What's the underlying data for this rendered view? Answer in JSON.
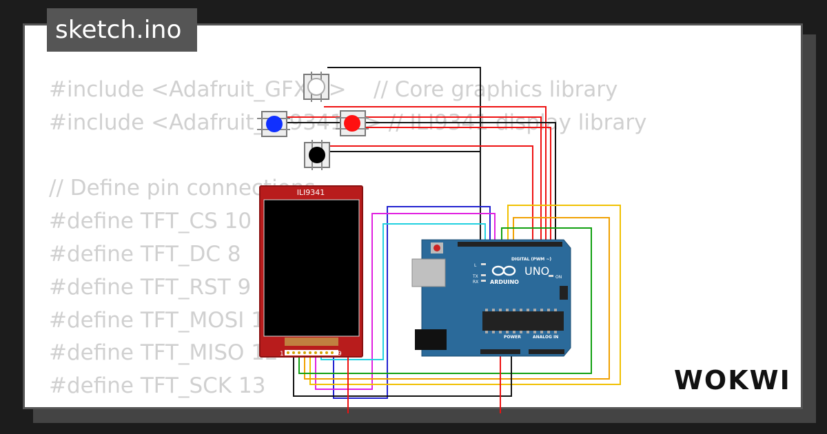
{
  "file_tab": {
    "label": "sketch.ino"
  },
  "code": {
    "lines": [
      "#include <Adafruit_GFX.h>    // Core graphics library",
      "#include <Adafruit_ILI9341.h> // ILI9341 display library",
      "",
      "// Define pin connections",
      "#define TFT_CS 10",
      "#define TFT_DC 8",
      "#define TFT_RST 9",
      "#define TFT_MOSI 11",
      "#define TFT_MISO 12",
      "#define TFT_SCK 13"
    ]
  },
  "display": {
    "label": "ILI9341",
    "pin_start": "1",
    "pin_end": "9"
  },
  "board": {
    "name": "UNO",
    "brand": "ARDUINO",
    "digital_label": "DIGITAL (PWM ~)",
    "power_label": "POWER",
    "analog_label": "ANALOG IN",
    "on_label": "ON",
    "tx_label": "TX",
    "rx_label": "RX",
    "l_label": "L"
  },
  "brand_logo": {
    "text": "WOKWI"
  },
  "colors": {
    "background": "#1c1c1c",
    "card": "#ffffff",
    "tab": "#555555",
    "code_text": "#d0d0d0",
    "board": "#2b6a9a",
    "display_pcb": "#b81c1c",
    "button_white": "#ffffff",
    "button_blue": "#1030ff",
    "button_red": "#ff1010",
    "button_black": "#000000"
  }
}
